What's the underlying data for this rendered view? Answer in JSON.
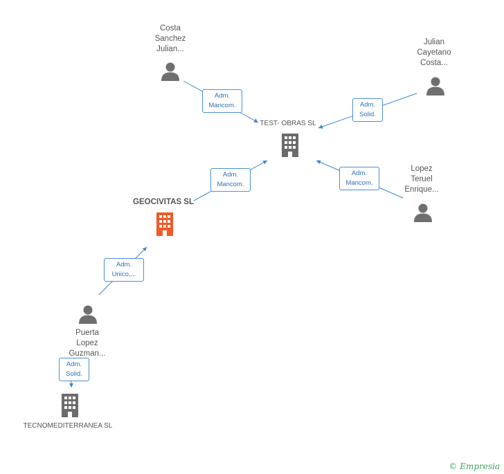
{
  "people": [
    {
      "id": "p1",
      "lines": [
        "Costa",
        "Sanchez",
        "Julian..."
      ]
    },
    {
      "id": "p2",
      "lines": [
        "Julian",
        "Cayetano",
        "Costa..."
      ]
    },
    {
      "id": "p3",
      "lines": [
        "Lopez",
        "Teruel",
        "Enrique..."
      ]
    },
    {
      "id": "p4",
      "lines": [
        "Puerta",
        "Lopez",
        "Guzman..."
      ]
    }
  ],
  "companies": [
    {
      "id": "c1",
      "label": "TEST- OBRAS SL",
      "color": "#6b6b6b"
    },
    {
      "id": "c2",
      "label": "GEOCIVITAS SL",
      "color": "#f05a28"
    },
    {
      "id": "c3",
      "label": "TECNOMEDITERRANEA SL",
      "color": "#6b6b6b"
    }
  ],
  "relations": [
    {
      "id": "r1",
      "lines": [
        "Adm.",
        "Mancom."
      ]
    },
    {
      "id": "r2",
      "lines": [
        "Adm.",
        "Solid."
      ]
    },
    {
      "id": "r3",
      "lines": [
        "Adm.",
        "Mancom."
      ]
    },
    {
      "id": "r4",
      "lines": [
        "Adm.",
        "Mancom."
      ]
    },
    {
      "id": "r5",
      "lines": [
        "Adm.",
        "Unico,..."
      ]
    },
    {
      "id": "r6",
      "lines": [
        "Adm.",
        "Solid."
      ]
    }
  ],
  "colors": {
    "edge": "#3d85d1",
    "person_icon": "#6f6f6f",
    "brand": "#3aa655"
  },
  "brand": {
    "copyright": "©",
    "name": "Empresia"
  }
}
